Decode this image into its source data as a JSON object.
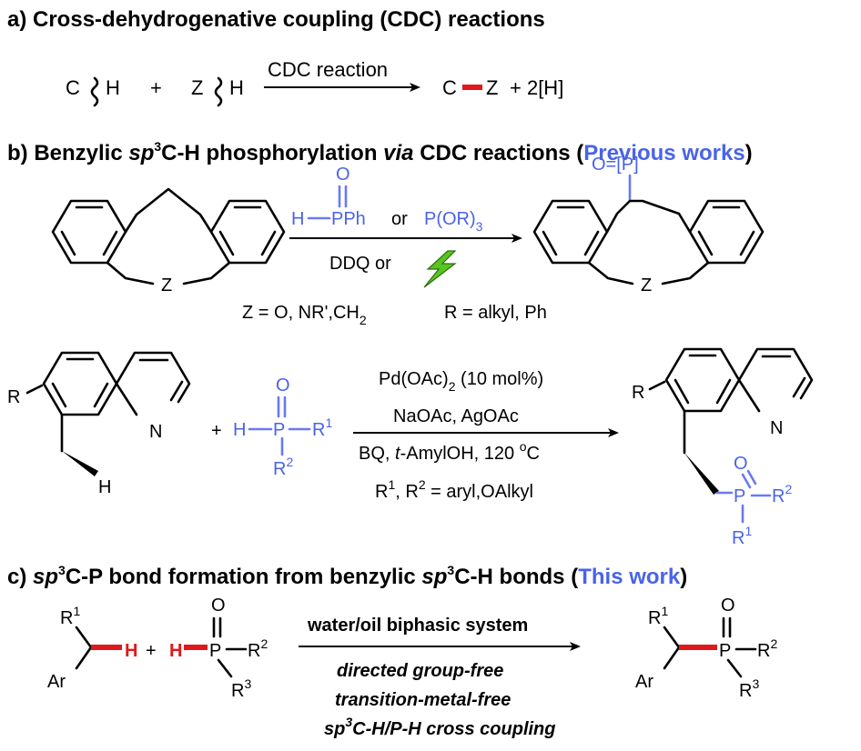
{
  "section_a": {
    "title": "a) Cross-dehydrogenative coupling (CDC) reactions",
    "reactant1": "C",
    "reactant1_h": "H",
    "plus": "+",
    "reactant2": "Z",
    "reactant2_h": "H",
    "arrow_label": "CDC reaction",
    "product_c": "C",
    "product_z": "Z",
    "byproduct": "+ 2[H]"
  },
  "section_b": {
    "title_pre": "b) Benzylic ",
    "title_sp": "sp",
    "title_sup": "3",
    "title_mid": "C-H phosphorylation ",
    "title_via": "via",
    "title_post": " CDC reactions (",
    "title_prev": "Previous works",
    "title_close": ")",
    "reagent_o": "O",
    "reagent_h": "H",
    "reagent_pph": "PPh",
    "reagent_or": "or",
    "reagent_por": "P(OR)",
    "reagent_por_sub": "3",
    "conditions1": "DDQ or",
    "z_label": "Z",
    "product_op": "O=[P]",
    "scope_line": "Z = O, NR',CH",
    "scope_sub": "2",
    "scope_r": "R = alkyl,  Ph",
    "quin_r": "R",
    "quin_n": "N",
    "quin_h": "H",
    "plus": "+",
    "p_o": "O",
    "p_h": "H",
    "p_p": "P",
    "p_r": "R",
    "p_r1": "1",
    "p_r2": "2",
    "cond_pd": "Pd(OAc)",
    "cond_pd_sub": "2",
    "cond_pd_post": " (10 mol%)",
    "cond_na": "NaOAc, AgOAc",
    "cond_bq": "BQ, ",
    "cond_t": "t",
    "cond_bq_post": "-AmylOH, 120 ",
    "cond_deg": "o",
    "cond_c": "C",
    "cond_rr": "R",
    "cond_rr1": "1",
    "cond_rr_mid": ", R",
    "cond_rr2": "2",
    "cond_rr_post": " = aryl,OAlkyl"
  },
  "section_c": {
    "title_pre": "c) ",
    "title_sp": "sp",
    "title_sup": "3",
    "title_mid": "C-P bond formation from benzylic ",
    "title_sp2": "sp",
    "title_sup2": "3",
    "title_post": "C-H bonds  (",
    "title_this": "This work",
    "title_close": ")",
    "r": "R",
    "r1": "1",
    "r2": "2",
    "r3": "3",
    "ar": "Ar",
    "h": "H",
    "plus": "+",
    "o": "O",
    "p": "P",
    "cond1": "water/oil biphasic system",
    "cond2": "directed group-free",
    "cond3": "transition-metal-free",
    "cond4_sp": "sp",
    "cond4_sup": "3",
    "cond4_post": "C-H/P-H cross coupling"
  },
  "colors": {
    "accent_blue": "#4a63e8",
    "bond_red": "#e0181b"
  }
}
